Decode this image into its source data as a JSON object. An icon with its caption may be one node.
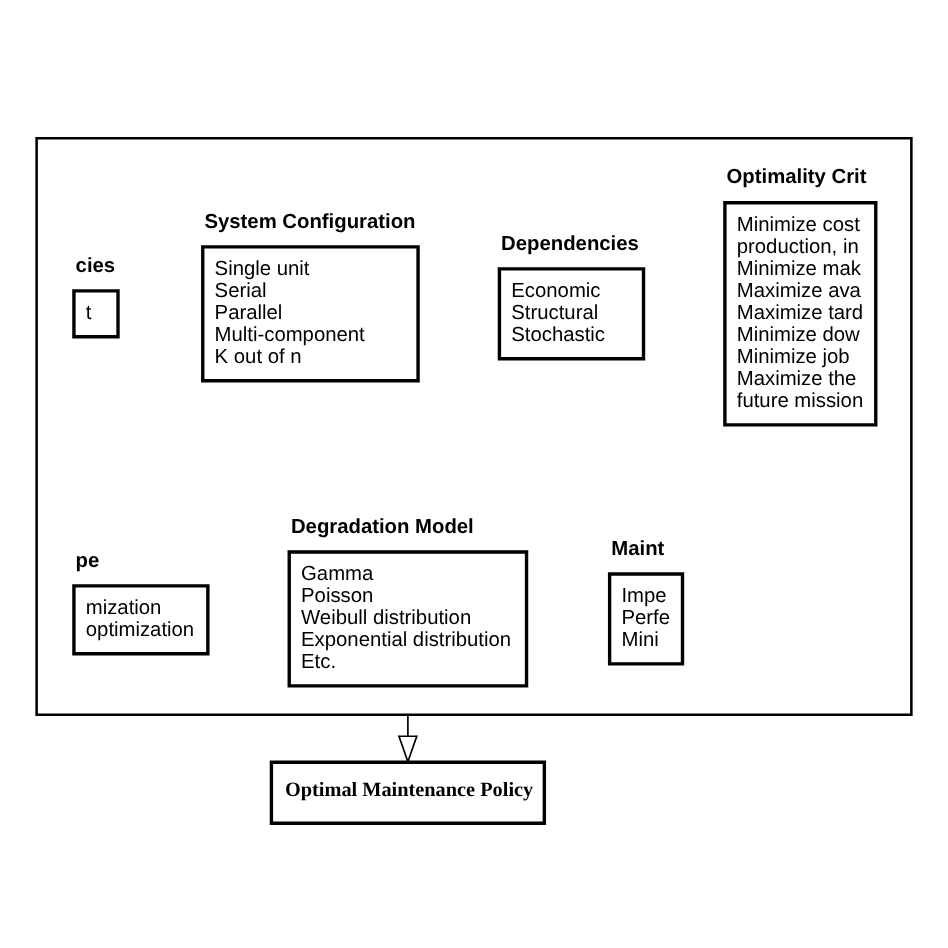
{
  "diagram": {
    "nodes": [
      {
        "text": [],
        "shape": "box"
      },
      {
        "text": [
          "cies",
          "t"
        ],
        "in": 0
      },
      {
        "text": [
          "System Configuration",
          "Single unit Serial Parallel Multi-component K out of n"
        ],
        "in": 0
      },
      {
        "text": [
          "Dependencies",
          "Economic Structural Stochastic"
        ],
        "in": 0
      },
      {
        "text": [
          "Optimality Crit",
          "Minimize cost production, in Minimize mak Maximize ava Maximize tard Minimize dow Minimize job Maximize the future mission"
        ],
        "in": 0
      },
      {
        "text": [
          "pe",
          "mization optimization"
        ],
        "in": 0
      },
      {
        "text": [
          "Degradation Model",
          "Gamma Poisson Weibull distribution Exponential distribution Etc."
        ],
        "in": 0
      },
      {
        "text": [
          "Maint",
          "Impe Perfe Mini"
        ],
        "in": 0
      },
      {
        "text": [
          "Optimal Maintenance Policy"
        ]
      }
    ],
    "edges": [
      {
        "from": 0,
        "to": 8,
        "arrow": "to"
      }
    ]
  }
}
